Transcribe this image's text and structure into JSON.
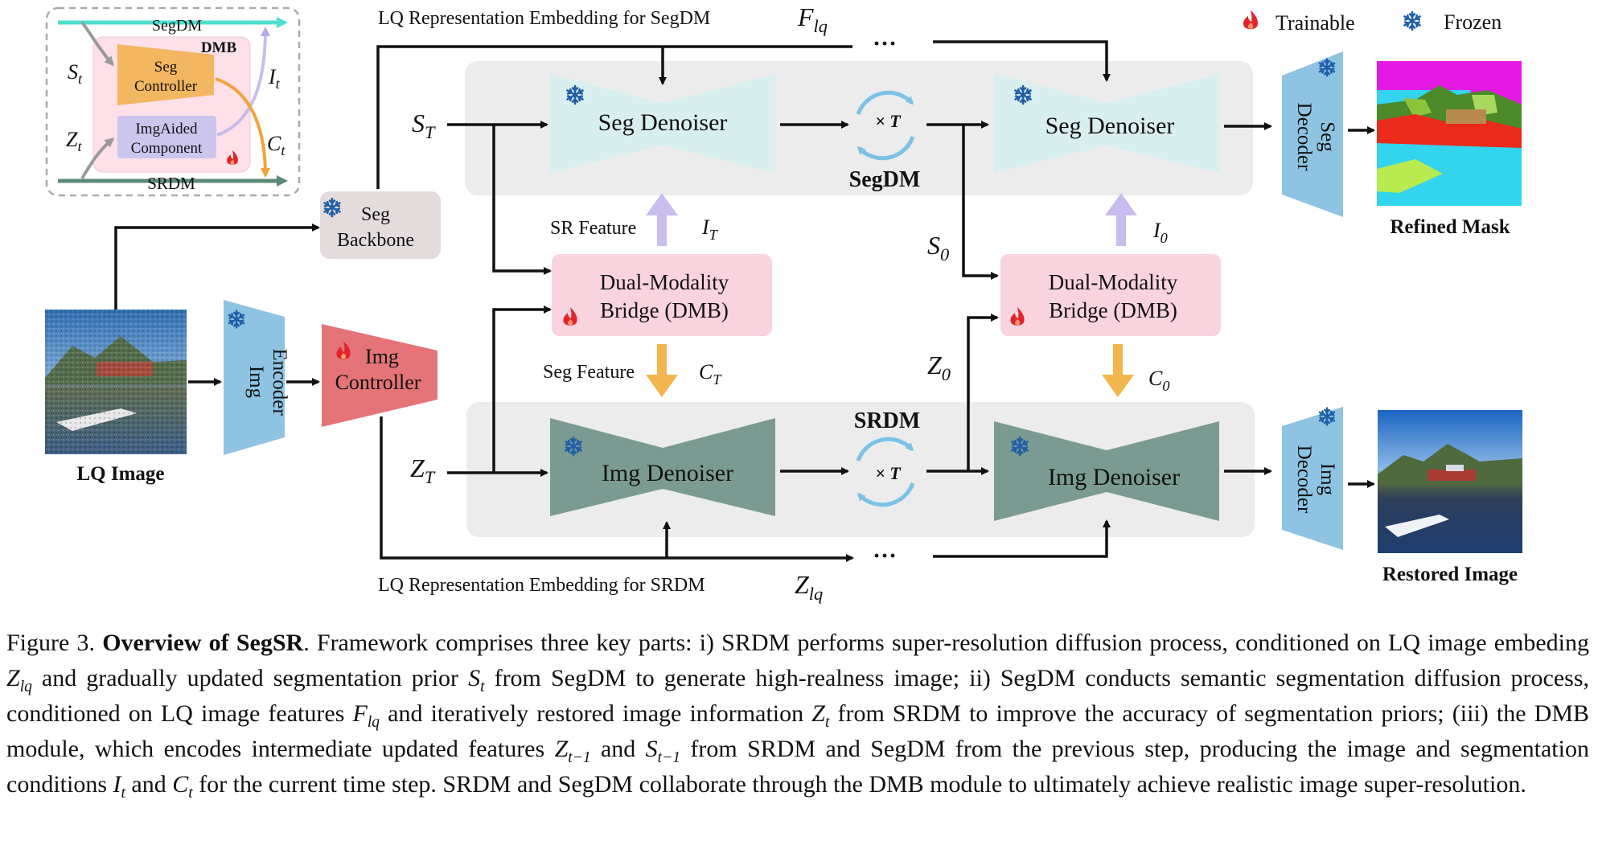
{
  "legend": {
    "trainable": "Trainable",
    "frozen": "Frozen"
  },
  "inset": {
    "segdm_line": "SegDM",
    "dmb_title": "DMB",
    "seg_controller": [
      "Seg",
      "Controller"
    ],
    "imgaided": [
      "ImgAided",
      "Component"
    ],
    "srdm_line": "SRDM",
    "s_t": "S",
    "s_t_sub": "t",
    "z_t": "Z",
    "z_t_sub": "t",
    "i_t": "I",
    "i_t_sub": "t",
    "c_t": "C",
    "c_t_sub": "t"
  },
  "top_embedding_label": "LQ Representation Embedding for SegDM",
  "bottom_embedding_label": "LQ Representation Embedding for SRDM",
  "f_lq": "F",
  "f_lq_sub": "lq",
  "z_lq": "Z",
  "z_lq_sub": "lq",
  "ellipsis": "···",
  "seg_backbone": [
    "Seg",
    "Backbone"
  ],
  "lq_image": "LQ Image",
  "img_encoder": [
    "Img",
    "Encoder"
  ],
  "img_controller": [
    "Img",
    "Controller"
  ],
  "seg_denoiser": "Seg Denoiser",
  "img_denoiser": "Img Denoiser",
  "times_t": "× T",
  "segdm": "SegDM",
  "srdm": "SRDM",
  "s_T": "S",
  "T_sub": "T",
  "z_T": "Z",
  "s_0": "S",
  "zero_sub": "0",
  "z_0": "Z",
  "i_T": "I",
  "c_T": "C",
  "i_0": "I",
  "c_0": "C",
  "sr_feature": "SR Feature",
  "seg_feature": "Seg Feature",
  "dmb": [
    "Dual-Modality",
    "Bridge (DMB)"
  ],
  "seg_decoder": [
    "Seg",
    "Decoder"
  ],
  "img_decoder": [
    "Img",
    "Decoder"
  ],
  "refined_mask": "Refined Mask",
  "restored_image": "Restored Image",
  "caption": {
    "label": "Figure 3.",
    "title": "Overview of SegSR",
    "p1": ". Framework comprises three key parts: i) SRDM performs super-resolution diffusion process, conditioned on LQ image embeding ",
    "p2": " and gradually updated segmentation prior ",
    "p3": " from SegDM to generate high-realness image; ii) SegDM conducts semantic segmentation diffusion process, conditioned on LQ image features ",
    "p4": " and iteratively restored image information ",
    "p5": " from SRDM to improve the accuracy of segmentation priors; (iii) the DMB module, which encodes intermediate updated features ",
    "p6": " and ",
    "p7": " from SRDM and SegDM from the previous step, producing the image and segmentation conditions ",
    "p8": " and ",
    "p9": " for the current time step. SRDM and SegDM collaborate through the DMB module to ultimately achieve realistic image super-resolution.",
    "v_Z": "Z",
    "v_S": "S",
    "v_F": "F",
    "v_I": "I",
    "v_C": "C",
    "s_lq": "lq",
    "s_t": "t",
    "s_tm1": "t−1"
  },
  "colors": {
    "seg_denoiser": "#d9eeee",
    "img_denoiser": "#7b9b92",
    "encoder": "#8ec4e2",
    "controller_img": "#e47478",
    "dmb": "#f9d4df",
    "seg_controller": "#f2b760",
    "imgaided": "#ccc6ee",
    "panel": "#ececec",
    "segdm_arrow": "#4ddfd0",
    "srdm_arrow": "#5c8a78",
    "feature_up": "#c8bdee",
    "feature_down": "#f3b54d"
  },
  "icons": {
    "frozen": "snowflake-icon",
    "trainable": "flame-icon",
    "cycle": "cycle-arrows-icon"
  }
}
